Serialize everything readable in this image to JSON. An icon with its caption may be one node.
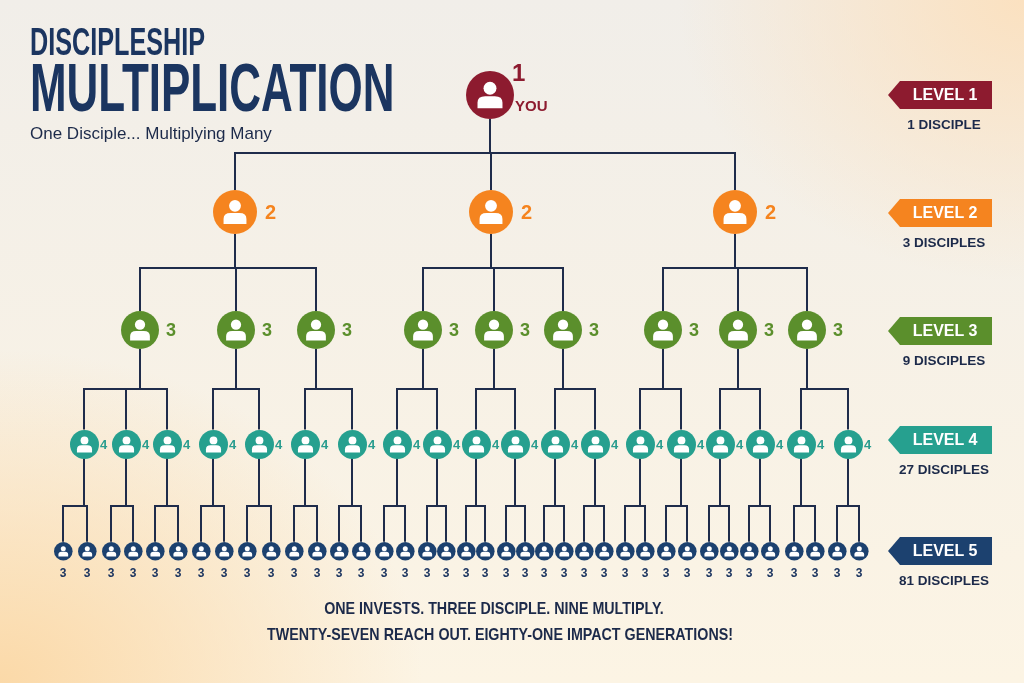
{
  "diagram": {
    "title": "DISCIPLESHIP MULTIPLICATION",
    "nodes": [
      {
        "text": [],
        "shape": "circle",
        "beside": [
          "1",
          "YOU"
        ]
      },
      {
        "text": [],
        "shape": "circle",
        "beside": [
          "2"
        ]
      },
      {
        "text": [],
        "shape": "circle",
        "beside": [
          "2"
        ]
      },
      {
        "text": [],
        "shape": "circle",
        "beside": [
          "2"
        ]
      },
      {
        "text": [],
        "shape": "circle",
        "beside": [
          "3"
        ]
      },
      {
        "text": [],
        "shape": "circle",
        "beside": [
          "3"
        ]
      },
      {
        "text": [],
        "shape": "circle",
        "beside": [
          "3"
        ]
      },
      {
        "text": [],
        "shape": "circle",
        "beside": [
          "3"
        ]
      },
      {
        "text": [],
        "shape": "circle",
        "beside": [
          "3"
        ]
      },
      {
        "text": [],
        "shape": "circle",
        "beside": [
          "3"
        ]
      },
      {
        "text": [],
        "shape": "circle",
        "beside": [
          "3"
        ]
      },
      {
        "text": [],
        "shape": "circle",
        "beside": [
          "3"
        ]
      },
      {
        "text": [],
        "shape": "circle",
        "beside": [
          "3"
        ]
      },
      {
        "text": [],
        "shape": "circle",
        "beside": [
          "4"
        ]
      },
      {
        "text": [],
        "shape": "circle",
        "beside": [
          "4"
        ]
      },
      {
        "text": [],
        "shape": "circle",
        "beside": [
          "4"
        ]
      },
      {
        "text": [],
        "shape": "circle",
        "beside": [
          "4"
        ]
      },
      {
        "text": [],
        "shape": "circle",
        "beside": [
          "4"
        ]
      },
      {
        "text": [],
        "shape": "circle",
        "beside": [
          "4"
        ]
      },
      {
        "text": [],
        "shape": "circle",
        "beside": [
          "4"
        ]
      },
      {
        "text": [],
        "shape": "circle",
        "beside": [
          "4"
        ]
      },
      {
        "text": [],
        "shape": "circle",
        "beside": [
          "4"
        ]
      },
      {
        "text": [],
        "shape": "circle",
        "beside": [
          "4"
        ]
      },
      {
        "text": [],
        "shape": "circle",
        "beside": [
          "4"
        ]
      },
      {
        "text": [],
        "shape": "circle",
        "beside": [
          "4"
        ]
      },
      {
        "text": [],
        "shape": "circle",
        "beside": [
          "4"
        ]
      },
      {
        "text": [],
        "shape": "circle",
        "beside": [
          "4"
        ]
      },
      {
        "text": [],
        "shape": "circle",
        "beside": [
          "4"
        ]
      },
      {
        "text": [],
        "shape": "circle",
        "beside": [
          "4"
        ]
      },
      {
        "text": [],
        "shape": "circle",
        "beside": [
          "4"
        ]
      },
      {
        "text": [],
        "shape": "circle",
        "beside": [
          "4"
        ]
      },
      {
        "text": [],
        "shape": "circle",
        "beside": [
          "4"
        ]
      },
      {
        "text": [],
        "shape": "circle",
        "beside": [
          "3"
        ]
      },
      {
        "text": [],
        "shape": "circle",
        "beside": [
          "3"
        ]
      },
      {
        "text": [],
        "shape": "circle",
        "beside": [
          "3"
        ]
      },
      {
        "text": [],
        "shape": "circle",
        "beside": [
          "3"
        ]
      },
      {
        "text": [],
        "shape": "circle",
        "beside": [
          "3"
        ]
      },
      {
        "text": [],
        "shape": "circle",
        "beside": [
          "3"
        ]
      },
      {
        "text": [],
        "shape": "circle",
        "beside": [
          "3"
        ]
      },
      {
        "text": [],
        "shape": "circle",
        "beside": [
          "3"
        ]
      },
      {
        "text": [],
        "shape": "circle",
        "beside": [
          "3"
        ]
      },
      {
        "text": [],
        "shape": "circle",
        "beside": [
          "3"
        ]
      },
      {
        "text": [],
        "shape": "circle",
        "beside": [
          "3"
        ]
      },
      {
        "text": [],
        "shape": "circle",
        "beside": [
          "3"
        ]
      },
      {
        "text": [],
        "shape": "circle",
        "beside": [
          "3"
        ]
      },
      {
        "text": [],
        "shape": "circle",
        "beside": [
          "3"
        ]
      },
      {
        "text": [],
        "shape": "circle",
        "beside": [
          "3"
        ]
      },
      {
        "text": [],
        "shape": "circle",
        "beside": [
          "3"
        ]
      },
      {
        "text": [],
        "shape": "circle",
        "beside": [
          "3"
        ]
      },
      {
        "text": [],
        "shape": "circle",
        "beside": [
          "3"
        ]
      },
      {
        "text": [],
        "shape": "circle",
        "beside": [
          "3"
        ]
      },
      {
        "text": [],
        "shape": "circle",
        "beside": [
          "3"
        ]
      },
      {
        "text": [],
        "shape": "circle",
        "beside": [
          "3"
        ]
      },
      {
        "text": [],
        "shape": "circle",
        "beside": [
          "3"
        ]
      },
      {
        "text": [],
        "shape": "circle",
        "beside": [
          "3"
        ]
      },
      {
        "text": [],
        "shape": "circle",
        "beside": [
          "3"
        ]
      },
      {
        "text": [],
        "shape": "circle",
        "beside": [
          "3"
        ]
      },
      {
        "text": [],
        "shape": "circle",
        "beside": [
          "3"
        ]
      },
      {
        "text": [],
        "shape": "circle",
        "beside": [
          "3"
        ]
      },
      {
        "text": [],
        "shape": "circle",
        "beside": [
          "3"
        ]
      },
      {
        "text": [],
        "shape": "circle",
        "beside": [
          "3"
        ]
      },
      {
        "text": [],
        "shape": "circle",
        "beside": [
          "3"
        ]
      },
      {
        "text": [],
        "shape": "circle",
        "beside": [
          "3"
        ]
      },
      {
        "text": [],
        "shape": "circle",
        "beside": [
          "3"
        ]
      },
      {
        "text": [],
        "shape": "circle",
        "beside": [
          "3"
        ]
      },
      {
        "text": [],
        "shape": "circle",
        "beside": [
          "3"
        ]
      },
      {
        "text": [],
        "shape": "circle",
        "beside": [
          "3"
        ]
      },
      {
        "text": [],
        "shape": "circle",
        "beside": [
          "3"
        ]
      },
      {
        "text": [],
        "shape": "circle",
        "beside": [
          "3"
        ]
      },
      {
        "text": [],
        "shape": "circle",
        "beside": [
          "3"
        ]
      },
      {
        "text": [
          "LEVEL 1"
        ],
        "beside": [
          "1 DISCIPLE"
        ]
      },
      {
        "text": [
          "LEVEL 2"
        ],
        "beside": [
          "3 DISCIPLES"
        ]
      },
      {
        "text": [
          "LEVEL 3"
        ],
        "beside": [
          "9 DISCIPLES"
        ]
      },
      {
        "text": [
          "LEVEL 4"
        ],
        "beside": [
          "27 DISCIPLES"
        ]
      },
      {
        "text": [
          "LEVEL 5"
        ],
        "beside": [
          "81 DISCIPLES"
        ]
      }
    ],
    "edges": [
      {
        "from": 0,
        "to": 1,
        "arrow": "none"
      },
      {
        "from": 0,
        "to": 2,
        "arrow": "none"
      },
      {
        "from": 0,
        "to": 3,
        "arrow": "none"
      },
      {
        "from": 1,
        "to": 4,
        "arrow": "none"
      },
      {
        "from": 1,
        "to": 5,
        "arrow": "none"
      },
      {
        "from": 1,
        "to": 6,
        "arrow": "none"
      },
      {
        "from": 2,
        "to": 7,
        "arrow": "none"
      },
      {
        "from": 2,
        "to": 8,
        "arrow": "none"
      },
      {
        "from": 2,
        "to": 9,
        "arrow": "none"
      },
      {
        "from": 3,
        "to": 10,
        "arrow": "none"
      },
      {
        "from": 3,
        "to": 11,
        "arrow": "none"
      },
      {
        "from": 3,
        "to": 12,
        "arrow": "none"
      },
      {
        "from": 4,
        "to": 13,
        "arrow": "none"
      },
      {
        "from": 4,
        "to": 14,
        "arrow": "none"
      },
      {
        "from": 4,
        "to": 15,
        "arrow": "none"
      },
      {
        "from": 5,
        "to": 16,
        "arrow": "none"
      },
      {
        "from": 5,
        "to": 17,
        "arrow": "none"
      },
      {
        "from": 6,
        "to": 18,
        "arrow": "none"
      },
      {
        "from": 6,
        "to": 19,
        "arrow": "none"
      },
      {
        "from": 7,
        "to": 20,
        "arrow": "none"
      },
      {
        "from": 7,
        "to": 21,
        "arrow": "none"
      },
      {
        "from": 8,
        "to": 22,
        "arrow": "none"
      },
      {
        "from": 8,
        "to": 23,
        "arrow": "none"
      },
      {
        "from": 9,
        "to": 24,
        "arrow": "none"
      },
      {
        "from": 9,
        "to": 25,
        "arrow": "none"
      },
      {
        "from": 10,
        "to": 26,
        "arrow": "none"
      },
      {
        "from": 10,
        "to": 27,
        "arrow": "none"
      },
      {
        "from": 11,
        "to": 28,
        "arrow": "none"
      },
      {
        "from": 11,
        "to": 29,
        "arrow": "none"
      },
      {
        "from": 12,
        "to": 30,
        "arrow": "none"
      },
      {
        "from": 12,
        "to": 31,
        "arrow": "none"
      },
      {
        "from": 13,
        "to": 32,
        "arrow": "none"
      },
      {
        "from": 13,
        "to": 33,
        "arrow": "none"
      },
      {
        "from": 14,
        "to": 34,
        "arrow": "none"
      },
      {
        "from": 14,
        "to": 35,
        "arrow": "none"
      },
      {
        "from": 15,
        "to": 36,
        "arrow": "none"
      },
      {
        "from": 15,
        "to": 37,
        "arrow": "none"
      },
      {
        "from": 16,
        "to": 38,
        "arrow": "none"
      },
      {
        "from": 16,
        "to": 39,
        "arrow": "none"
      },
      {
        "from": 17,
        "to": 40,
        "arrow": "none"
      },
      {
        "from": 17,
        "to": 41,
        "arrow": "none"
      },
      {
        "from": 18,
        "to": 42,
        "arrow": "none"
      },
      {
        "from": 18,
        "to": 43,
        "arrow": "none"
      },
      {
        "from": 19,
        "to": 44,
        "arrow": "none"
      },
      {
        "from": 19,
        "to": 45,
        "arrow": "none"
      },
      {
        "from": 20,
        "to": 46,
        "arrow": "none"
      },
      {
        "from": 20,
        "to": 47,
        "arrow": "none"
      },
      {
        "from": 21,
        "to": 48,
        "arrow": "none"
      },
      {
        "from": 21,
        "to": 49,
        "arrow": "none"
      },
      {
        "from": 22,
        "to": 50,
        "arrow": "none"
      },
      {
        "from": 22,
        "to": 51,
        "arrow": "none"
      },
      {
        "from": 23,
        "to": 52,
        "arrow": "none"
      },
      {
        "from": 23,
        "to": 53,
        "arrow": "none"
      },
      {
        "from": 24,
        "to": 54,
        "arrow": "none"
      },
      {
        "from": 24,
        "to": 55,
        "arrow": "none"
      },
      {
        "from": 25,
        "to": 56,
        "arrow": "none"
      },
      {
        "from": 25,
        "to": 57,
        "arrow": "none"
      },
      {
        "from": 26,
        "to": 58,
        "arrow": "none"
      },
      {
        "from": 26,
        "to": 59,
        "arrow": "none"
      },
      {
        "from": 27,
        "to": 60,
        "arrow": "none"
      },
      {
        "from": 27,
        "to": 61,
        "arrow": "none"
      },
      {
        "from": 28,
        "to": 62,
        "arrow": "none"
      },
      {
        "from": 28,
        "to": 63,
        "arrow": "none"
      },
      {
        "from": 29,
        "to": 64,
        "arrow": "none"
      },
      {
        "from": 29,
        "to": 65,
        "arrow": "none"
      },
      {
        "from": 30,
        "to": 66,
        "arrow": "none"
      },
      {
        "from": 30,
        "to": 67,
        "arrow": "none"
      },
      {
        "from": 31,
        "to": 68,
        "arrow": "none"
      },
      {
        "from": 31,
        "to": 69,
        "arrow": "none"
      }
    ],
    "labels": [
      "One Disciple... Multiplying Many",
      "ONE INVESTS. THREE DISCIPLE. NINE MULTIPLY.",
      "TWENTY-SEVEN REACH OUT. EIGHTY-ONE IMPACT GENERATIONS!"
    ]
  }
}
